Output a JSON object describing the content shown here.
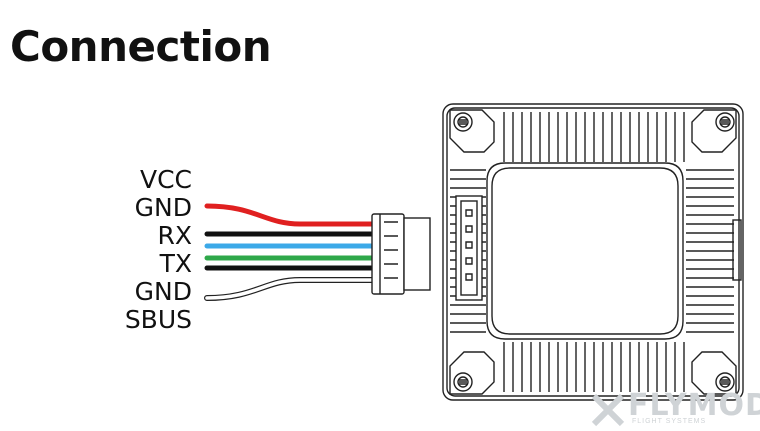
{
  "title": "Connection",
  "pins": [
    {
      "label": "VCC",
      "wire_color": "#e02020"
    },
    {
      "label": "GND",
      "wire_color": "#111111"
    },
    {
      "label": "RX",
      "wire_color": "#3ca9e8"
    },
    {
      "label": "TX",
      "wire_color": "#2fa84a"
    },
    {
      "label": "GND",
      "wire_color": "#111111"
    },
    {
      "label": "SBUS",
      "wire_color": "#ffffff"
    }
  ],
  "watermark": {
    "brand": "FLYMOD",
    "sub": "FLIGHT SYSTEMS"
  },
  "icons": [
    "connector-icon",
    "flight-module-icon",
    "screw-hole-icon",
    "flymod-logo-icon"
  ]
}
